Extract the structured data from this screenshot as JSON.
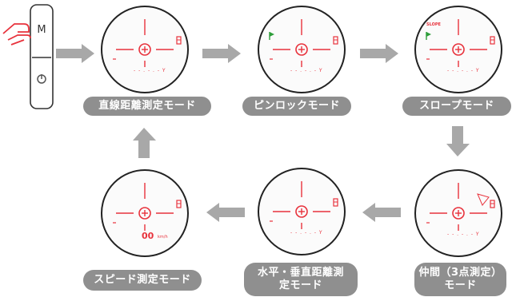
{
  "device": {
    "m_button": "M",
    "power_icon": "power-icon"
  },
  "modes": [
    {
      "id": "straight",
      "label": "直線距離測定モード"
    },
    {
      "id": "pinlock",
      "label": "ピンロックモード"
    },
    {
      "id": "slope",
      "label": "スロープモード",
      "display_text": "SLOPE"
    },
    {
      "id": "between",
      "label_line1": "仲間（3点測定）",
      "label_line2": "モード"
    },
    {
      "id": "horizontal",
      "label_line1": "水平・垂直距離測",
      "label_line2": "定モード"
    },
    {
      "id": "speed",
      "label": "スピード測定モード",
      "display_value": "00",
      "display_unit": "km/h"
    }
  ],
  "reading_digits": "- - . - . - Y",
  "colors": {
    "reticle": "#e8323c",
    "arrow": "#a8a8a8",
    "label_bg": "#8f8f8f",
    "flag": "#2e9e3a"
  }
}
